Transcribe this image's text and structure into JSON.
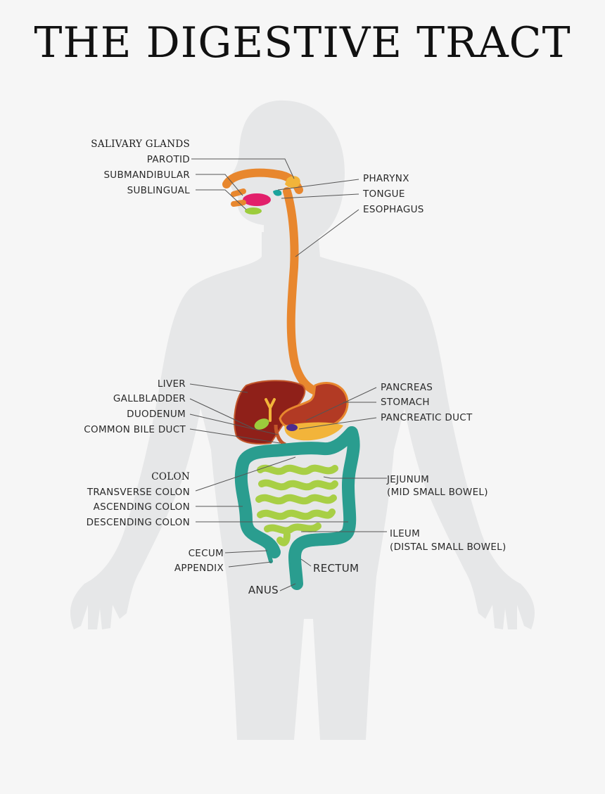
{
  "title": "THE DIGESTIVE TRACT",
  "colors": {
    "background": "#f6f6f6",
    "body_silhouette": "#e6e7e8",
    "esophagus": "#e8872e",
    "salivary_glands": "#e2206b",
    "tongue": "#1ba39c",
    "liver": "#8f2019",
    "gallbladder": "#9ccc3c",
    "stomach": "#b23a24",
    "pancreas": "#f2b43a",
    "pancreatic_duct": "#4b2d8f",
    "colon": "#2a9d8f",
    "small_bowel": "#a8cf45"
  },
  "headers": {
    "salivary": "SALIVARY GLANDS",
    "colon": "COLON"
  },
  "labels": {
    "parotid": "PAROTID",
    "submandibular": "SUBMANDIBULAR",
    "sublingual": "SUBLINGUAL",
    "pharynx": "PHARYNX",
    "tongue": "TONGUE",
    "esophagus": "ESOPHAGUS",
    "liver": "LIVER",
    "gallbladder": "GALLBLADDER",
    "duodenum": "DUODENUM",
    "common_bile_duct": "COMMON BILE DUCT",
    "pancreas": "PANCREAS",
    "stomach": "STOMACH",
    "pancreatic_duct": "PANCREATIC DUCT",
    "transverse_colon": "TRANSVERSE COLON",
    "ascending_colon": "ASCENDING COLON",
    "descending_colon": "DESCENDING COLON",
    "jejunum": "JEJUNUM",
    "jejunum_sub": "(MID SMALL BOWEL)",
    "ileum": "ILEUM",
    "ileum_sub": "(DISTAL SMALL BOWEL)",
    "cecum": "CECUM",
    "appendix": "APPENDIX",
    "rectum": "RECTUM",
    "anus": "ANUS"
  }
}
